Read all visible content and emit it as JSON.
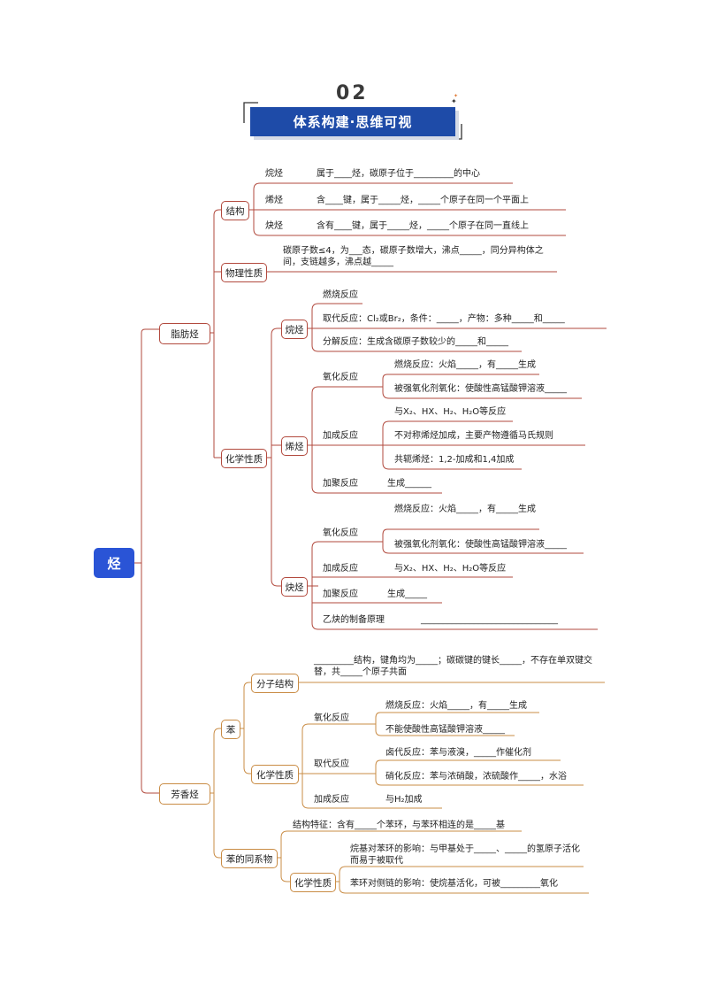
{
  "header": {
    "number": "02",
    "title": "体系构建·思维可视"
  },
  "root": "烃",
  "aliphatic": {
    "label": "脂肪烃",
    "structure": {
      "label": "结构",
      "rows": [
        {
          "name": "烷烃",
          "text": "属于____烃，碳原子位于_________的中心"
        },
        {
          "name": "烯烃",
          "text": "含____键，属于_____烃，_____个原子在同一个平面上"
        },
        {
          "name": "炔烃",
          "text": "含有____键，属于_____烃，_____个原子在同一直线上"
        }
      ]
    },
    "physical": {
      "label": "物理性质",
      "text": "碳原子数≤4，为___态，碳原子数增大，沸点_____，同分异构体之间，支链越多，沸点越_____"
    },
    "chemical": {
      "label": "化学性质",
      "alkane": {
        "label": "烷烃",
        "items": [
          "燃烧反应",
          "取代反应：Cl₂或Br₂，条件：_____，产物：多种_____和_____",
          "分解反应：生成含碳原子数较少的_____和_____"
        ]
      },
      "alkene": {
        "label": "烯烃",
        "oxidation": {
          "label": "氧化反应",
          "items": [
            "燃烧反应：火焰_____，有_____生成",
            "被强氧化剂氧化：使酸性高锰酸钾溶液_____"
          ]
        },
        "addition": {
          "label": "加成反应",
          "items": [
            "与X₂、HX、H₂、H₂O等反应",
            "不对称烯烃加成，主要产物遵循马氏规则",
            "共轭烯烃：1,2-加成和1,4加成"
          ]
        },
        "polymer": {
          "label": "加聚反应",
          "text": "生成______"
        }
      },
      "alkyne": {
        "label": "炔烃",
        "oxidation": {
          "label": "氧化反应",
          "items": [
            "燃烧反应：火焰_____，有_____生成",
            "被强氧化剂氧化：使酸性高锰酸钾溶液_____"
          ]
        },
        "addition": {
          "label": "加成反应",
          "text": "与X₂、HX、H₂、H₂O等反应"
        },
        "polymer": {
          "label": "加聚反应",
          "text": "生成_____"
        },
        "acetylene": {
          "label": "乙炔的制备原理",
          "text": "_______________________________"
        }
      }
    }
  },
  "aromatic": {
    "label": "芳香烃",
    "benzene": {
      "label": "苯",
      "structure": {
        "label": "分子结构",
        "text": "_________结构，键角均为_____；碳碳键的键长_____，不存在单双键交替，共_____个原子共面"
      },
      "chemical": {
        "label": "化学性质",
        "oxidation": {
          "label": "氧化反应",
          "items": [
            "燃烧反应：火焰_____，有_____生成",
            "不能使酸性高锰酸钾溶液_____"
          ]
        },
        "substitution": {
          "label": "取代反应",
          "items": [
            "卤代反应：苯与液溴，_____作催化剂",
            "硝化反应：苯与浓硝酸，浓硫酸作_____，水浴"
          ]
        },
        "addition": {
          "label": "加成反应",
          "text": "与H₂加成"
        }
      }
    },
    "homologs": {
      "label": "苯的同系物",
      "feature": "结构特征：含有_____个苯环，与苯环相连的是_____基",
      "chemical": {
        "label": "化学性质",
        "items": [
          "烷基对苯环的影响：与甲基处于_____、_____的氢原子活化而易于被取代",
          "苯环对侧链的影响：使烷基活化，可被_________氧化"
        ]
      }
    }
  },
  "colors": {
    "red": "#b24a3e",
    "orange": "#c98c45",
    "root": "#2a54d6",
    "banner": "#1e4ba8"
  }
}
